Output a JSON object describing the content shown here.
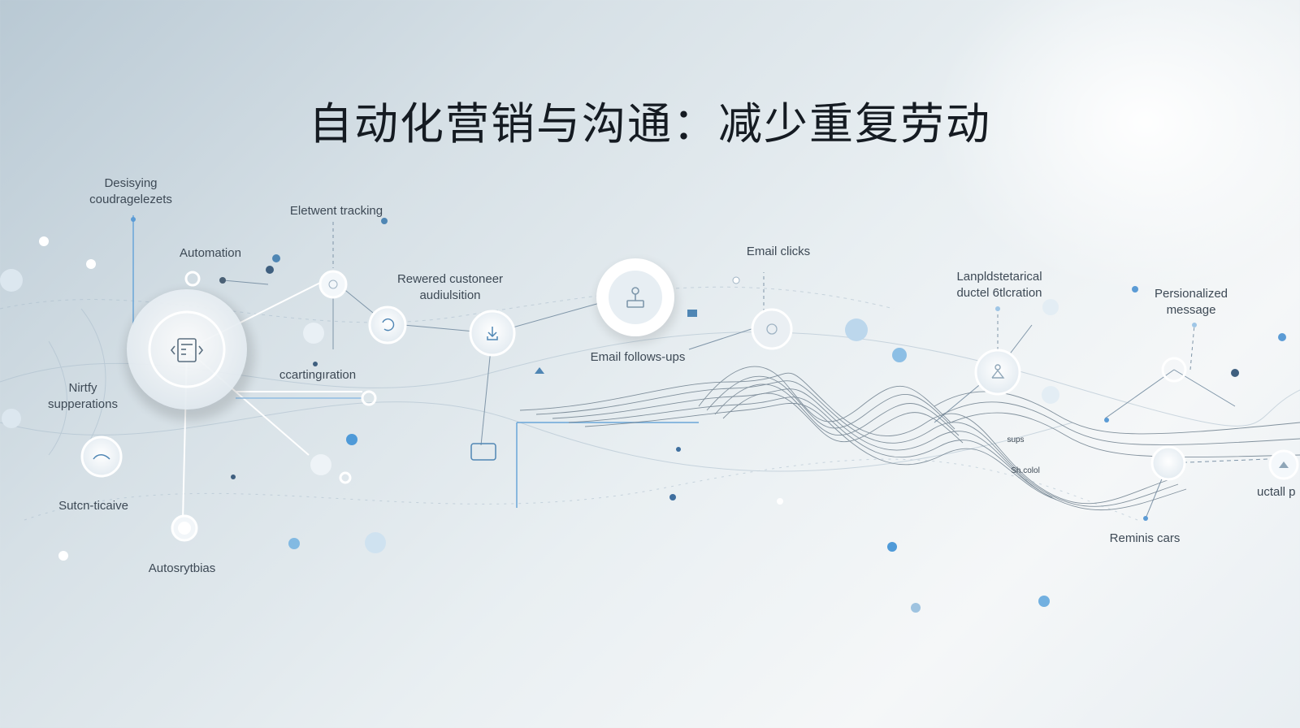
{
  "title": "自动化营销与沟通：减少重复劳动",
  "labels": {
    "desisying": "Desisying\ncoudragelezets",
    "element_tracking": "Eletwent tracking",
    "automation": "Automation",
    "rewered": "Rewered custoneer\naudiulsition",
    "email_clicks": "Email clicks",
    "lanpld": "Lanpldstetarical\nductel 6tlcration",
    "personalized": "Persionalized\nmessage",
    "nirtfy": "Nirtfy\nsupperations",
    "ccartingration": "ccartingıration",
    "email_followups": "Email follows-ups",
    "sutcn": "Sutcn-ticaive",
    "autosrytbias": "Autosrytbias",
    "reminis": "Reminis cars",
    "uctall": "uctall p",
    "wave_small_1": "sups",
    "wave_small_2": "Sh.colol"
  },
  "colors": {
    "accent": "#4f9ad8",
    "line": "#8aa9c2",
    "node_fill": "#f4f8fb",
    "title": "#151b22"
  },
  "icons": {
    "hub": "calculator-device-icon",
    "email": "user-stamp-icon",
    "download": "download-icon",
    "refresh": "refresh-icon",
    "chat": "chat-icon",
    "person": "person-icon",
    "cloud": "cloud-icon",
    "gear": "gear-icon"
  }
}
